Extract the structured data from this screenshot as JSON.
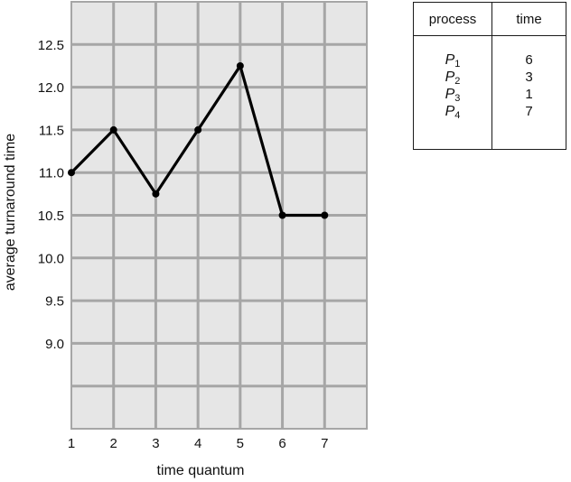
{
  "chart_data": {
    "type": "line",
    "xlabel": "time quantum",
    "ylabel": "average turnaround time",
    "x": [
      1,
      2,
      3,
      4,
      5,
      6,
      7
    ],
    "series": [
      {
        "values": [
          11.0,
          11.5,
          10.75,
          11.5,
          12.25,
          10.5,
          10.5
        ]
      }
    ],
    "xlim": [
      1,
      8
    ],
    "ylim": [
      8.0,
      13.0
    ],
    "x_tick_labels": [
      "1",
      "2",
      "3",
      "4",
      "5",
      "6",
      "7"
    ],
    "y_ticks": [
      9.0,
      9.5,
      10.0,
      10.5,
      11.0,
      11.5,
      12.0,
      12.5
    ],
    "y_tick_labels": [
      "9.0",
      "9.5",
      "10.0",
      "10.5",
      "11.0",
      "11.5",
      "12.0",
      "12.5"
    ],
    "grid": true,
    "plot_background": "#e6e6e6",
    "grid_color": "#a6a6a6",
    "line_color": "#000000"
  },
  "process_table": {
    "header_process": "process",
    "header_time": "time",
    "rows": [
      {
        "name": "P",
        "sub": "1",
        "time": "6"
      },
      {
        "name": "P",
        "sub": "2",
        "time": "3"
      },
      {
        "name": "P",
        "sub": "3",
        "time": "1"
      },
      {
        "name": "P",
        "sub": "4",
        "time": "7"
      }
    ]
  }
}
